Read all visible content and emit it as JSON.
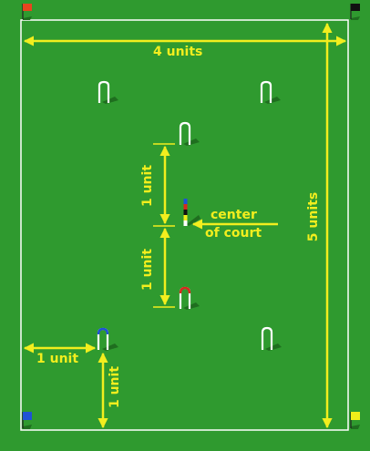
{
  "labels": {
    "width": "4 units",
    "length": "5 units",
    "hoop_spacing_top": "1 unit",
    "hoop_spacing_bottom": "1 unit",
    "side_offset": "1 unit",
    "end_offset": "1 unit",
    "center_line1": "center",
    "center_line2": "of court"
  },
  "colors": {
    "background": "#2f9a2f",
    "boundary": "#ffffff",
    "dimension": "#f2ee1e",
    "flag_top_left": "#e8441e",
    "flag_top_right": "#111111",
    "flag_bottom_left": "#1f52d6",
    "flag_bottom_right": "#f0ee1a",
    "hoop_white": "#ffffff",
    "hoop_red_crown": "#d62a1e",
    "hoop_blue_crown": "#1f52d6"
  },
  "icons": {
    "corner_flags": "flag-icon",
    "hoops": "croquet-hoop-icon",
    "center_peg": "peg-icon"
  }
}
